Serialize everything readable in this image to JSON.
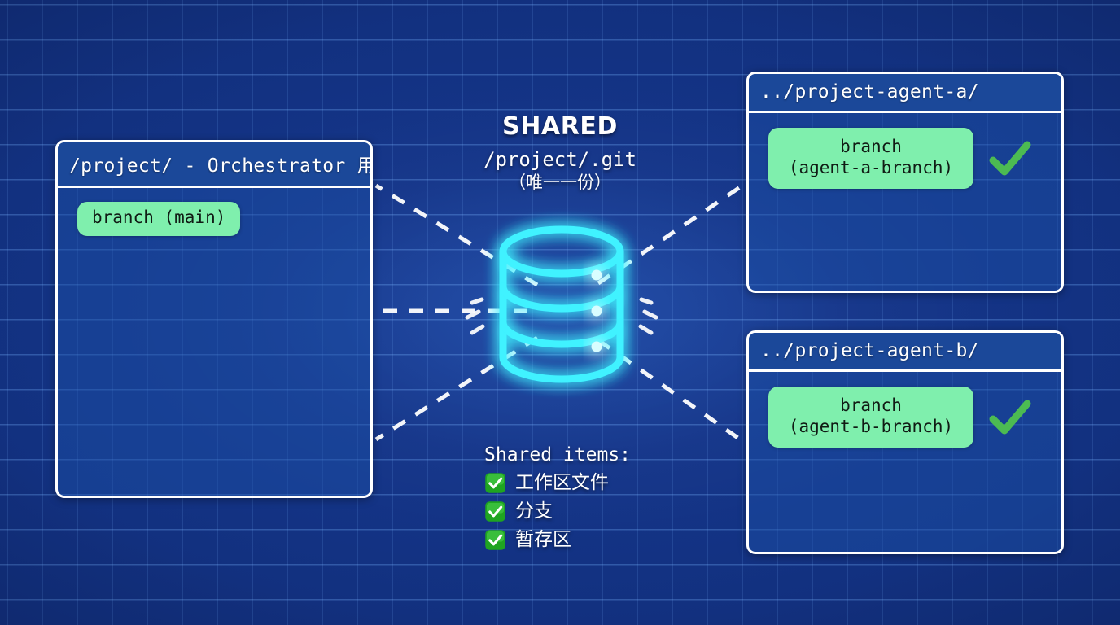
{
  "colors": {
    "background_navy": "#12307e",
    "grid_line": "#78b4ff",
    "panel_border": "#ffffff",
    "panel_header": "#1b4899",
    "branch_pill_green": "#7fefad",
    "check_green": "#4caf50",
    "cylinder_cyan": "#2ff0ff",
    "text_white": "#ffffff"
  },
  "orchestrator_panel": {
    "header": "/project/ - Orchestrator 用",
    "branch_pill": "branch (main)"
  },
  "center": {
    "shared_title": "SHARED",
    "shared_path": "/project/.git",
    "shared_note": "（唯一一份）",
    "db_icon": "database-cylinder-icon"
  },
  "shared_items": {
    "title": "Shared items:",
    "items": [
      {
        "icon": "white-check-mark-emoji",
        "label": "工作区文件"
      },
      {
        "icon": "white-check-mark-emoji",
        "label": "分支"
      },
      {
        "icon": "white-check-mark-emoji",
        "label": "暂存区"
      }
    ]
  },
  "agent_panels": [
    {
      "header": "../project-agent-a/",
      "branch_pill": "branch\n(agent-a-branch)",
      "status_icon": "green-check-icon"
    },
    {
      "header": "../project-agent-b/",
      "branch_pill": "branch\n(agent-b-branch)",
      "status_icon": "green-check-icon"
    }
  ],
  "connectors": {
    "description": "dashed white lines from shared git store to each worktree",
    "lines": [
      {
        "from": "shared-git",
        "to": "orchestrator-panel-top"
      },
      {
        "from": "shared-git",
        "to": "orchestrator-panel-middle"
      },
      {
        "from": "shared-git",
        "to": "orchestrator-panel-bottom"
      },
      {
        "from": "shared-git",
        "to": "agent-a-panel"
      },
      {
        "from": "shared-git",
        "to": "agent-b-panel"
      }
    ]
  }
}
